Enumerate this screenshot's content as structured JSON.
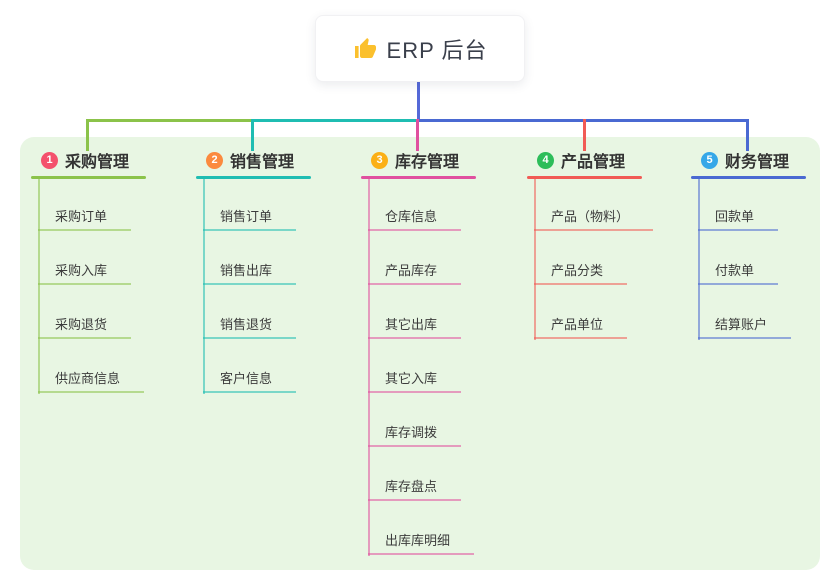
{
  "root": {
    "label": "ERP 后台",
    "icon": "thumbs-up-icon",
    "icon_color": "#fbc02d"
  },
  "colors": {
    "canvas_bg": "#ffffff",
    "panel_bg": "#e8f6e3",
    "root_line": "#5569d8",
    "root_text": "#3a3f4b",
    "node_text": "#3c3c3c"
  },
  "branches": [
    {
      "badge": "1",
      "label": "采购管理",
      "badge_color": "#f4516c",
      "line_color": "#8bc34a",
      "children": [
        "采购订单",
        "采购入库",
        "采购退货",
        "供应商信息"
      ]
    },
    {
      "badge": "2",
      "label": "销售管理",
      "badge_color": "#fb8a3e",
      "line_color": "#1fbdb2",
      "children": [
        "销售订单",
        "销售出库",
        "销售退货",
        "客户信息"
      ]
    },
    {
      "badge": "3",
      "label": "库存管理",
      "badge_color": "#fbb016",
      "line_color": "#e0509f",
      "children": [
        "仓库信息",
        "产品库存",
        "其它出库",
        "其它入库",
        "库存调拨",
        "库存盘点",
        "出库库明细"
      ]
    },
    {
      "badge": "4",
      "label": "产品管理",
      "badge_color": "#2dbd5a",
      "line_color": "#f15b55",
      "children": [
        "产品（物料）",
        "产品分类",
        "产品单位"
      ]
    },
    {
      "badge": "5",
      "label": "财务管理",
      "badge_color": "#35a7e8",
      "line_color": "#4a69d2",
      "children": [
        "回款单",
        "付款单",
        "结算账户"
      ]
    }
  ]
}
